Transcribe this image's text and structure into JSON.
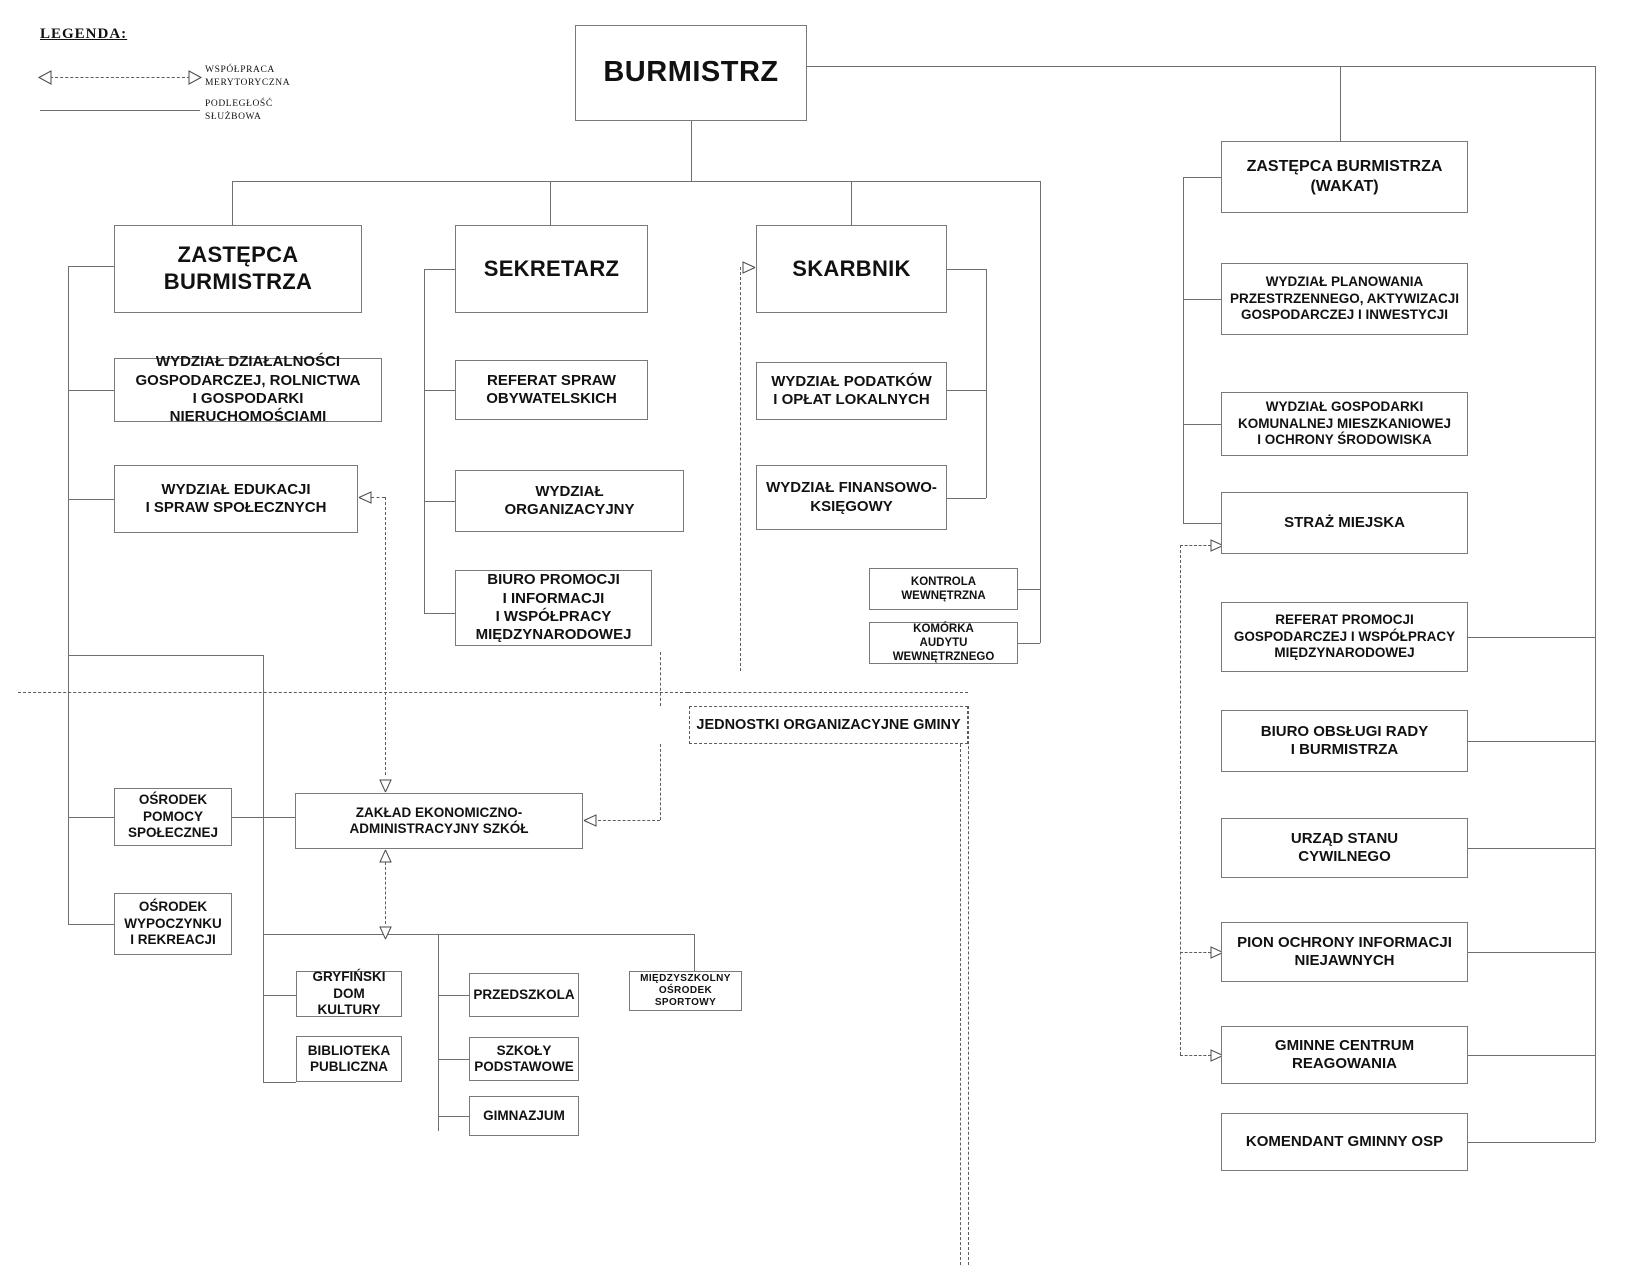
{
  "legend": {
    "title": "LEGENDA:",
    "items": [
      {
        "key": "wspolpraca",
        "label": "WSPÓŁPRACA\nMERYTORYCZNA",
        "style": "dashed-double-arrow"
      },
      {
        "key": "podleglosc",
        "label": "PODLEGŁOŚĆ\nSŁUŻBOWA",
        "style": "solid-line"
      }
    ]
  },
  "top": {
    "burmistrz": "BURMISTRZ"
  },
  "column_left": {
    "head": "ZASTĘPCA\nBURMISTRZA",
    "items": [
      "WYDZIAŁ DZIAŁALNOŚCI\nGOSPODARCZEJ, ROLNICTWA\nI GOSPODARKI NIERUCHOMOŚCIAMI",
      "WYDZIAŁ EDUKACJI\nI SPRAW SPOŁECZNYCH"
    ]
  },
  "column_sekretarz": {
    "head": "SEKRETARZ",
    "items": [
      "REFERAT SPRAW\nOBYWATELSKICH",
      "WYDZIAŁ\nORGANIZACYJNY",
      "BIURO PROMOCJI\nI INFORMACJI\nI WSPÓŁPRACY\nMIĘDZYNARODOWEJ"
    ]
  },
  "column_skarbnik": {
    "head": "SKARBNIK",
    "items": [
      "WYDZIAŁ PODATKÓW\nI OPŁAT LOKALNYCH",
      "WYDZIAŁ FINANSOWO-\nKSIĘGOWY"
    ],
    "audit": [
      "KONTROLA\nWEWNĘTRZNA",
      "KOMÓRKA\nAUDYTU WEWNĘTRZNEGO"
    ]
  },
  "column_right": {
    "head": "ZASTĘPCA BURMISTRZA\n(WAKAT)",
    "items": [
      "WYDZIAŁ PLANOWANIA\nPRZESTRZENNEGO, AKTYWIZACJI\nGOSPODARCZEJ I INWESTYCJI",
      "WYDZIAŁ GOSPODARKI\nKOMUNALNEJ MIESZKANIOWEJ\nI OCHRONY ŚRODOWISKA",
      "STRAŻ MIEJSKA",
      "REFERAT PROMOCJI\nGOSPODARCZEJ I WSPÓŁPRACY\nMIĘDZYNARODOWEJ",
      "BIURO OBSŁUGI RADY\nI BURMISTRZA",
      "URZĄD STANU\nCYWILNEGO",
      "PION OCHRONY INFORMACJI\nNIEJAWNYCH",
      "GMINNE CENTRUM\nREAGOWANIA",
      "KOMENDANT GMINNY OSP"
    ]
  },
  "units_group": {
    "label": "JEDNOSTKI ORGANIZACYJNE GMINY"
  },
  "units": {
    "welfare": [
      "OŚRODEK\nPOMOCY\nSPOŁECZNEJ",
      "OŚRODEK\nWYPOCZYNKU\nI REKREACJI"
    ],
    "zeas": "ZAKŁAD EKONOMICZNO-\nADMINISTRACYJNY SZKÓŁ",
    "culture": [
      "GRYFIŃSKI\nDOM KULTURY",
      "BIBLIOTEKA\nPUBLICZNA"
    ],
    "schools": [
      "PRZEDSZKOLA",
      "SZKOŁY\nPODSTAWOWE",
      "GIMNAZJUM"
    ],
    "sport": "MIĘDZYSZKOLNY\nOŚRODEK SPORTOWY"
  },
  "colors": {
    "box_border": "#7a7a7a",
    "line": "#6f6f6f",
    "dashed": "#5d5d5d",
    "text": "#111111",
    "background": "#ffffff"
  }
}
